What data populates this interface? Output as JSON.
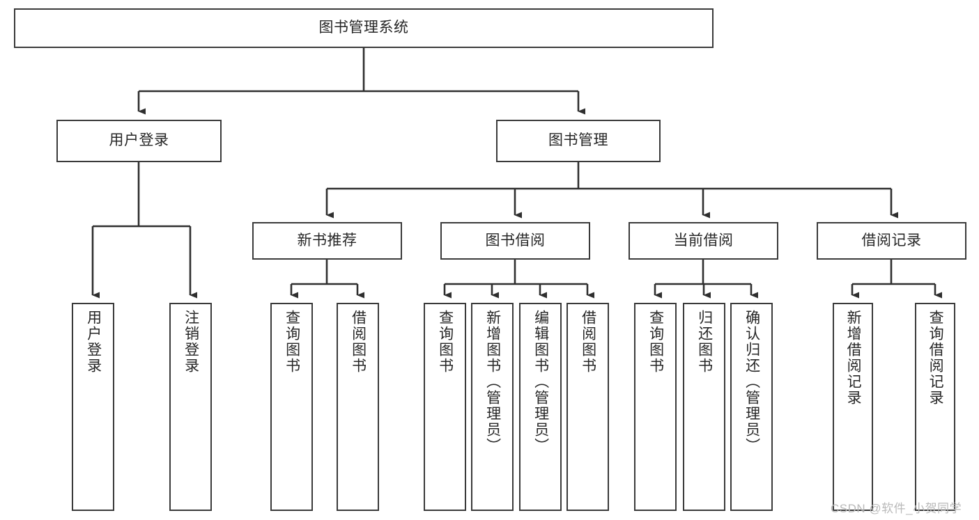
{
  "diagram": {
    "title": "图书管理系统",
    "type": "tree-hierarchy",
    "orientation": "top-down",
    "colors": {
      "node_border": "#3a3a3a",
      "node_fill": "#ffffff",
      "edge": "#2f2f2f",
      "text": "#262626",
      "background": "#ffffff",
      "watermark": "#b9b9b9"
    }
  },
  "nodes": {
    "root": {
      "label": "图书管理系统"
    },
    "level2": [
      {
        "label": "用户登录"
      },
      {
        "label": "图书管理"
      }
    ],
    "level3": [
      {
        "label": "新书推荐"
      },
      {
        "label": "图书借阅"
      },
      {
        "label": "当前借阅"
      },
      {
        "label": "借阅记录"
      }
    ],
    "leaves": {
      "user_login": [
        {
          "label": "用户登录"
        },
        {
          "label": "注销登录"
        }
      ],
      "new_book_recommend": [
        {
          "label": "查询图书"
        },
        {
          "label": "借阅图书"
        }
      ],
      "book_borrow": [
        {
          "label": "查询图书"
        },
        {
          "label": "新增图书（管理员）"
        },
        {
          "label": "编辑图书（管理员）"
        },
        {
          "label": "借阅图书"
        }
      ],
      "current_borrow": [
        {
          "label": "查询图书"
        },
        {
          "label": "归还图书"
        },
        {
          "label": "确认归还（管理员）"
        }
      ],
      "borrow_record": [
        {
          "label": "新增借阅记录"
        },
        {
          "label": "查询借阅记录"
        }
      ]
    }
  },
  "watermark": {
    "text": "CSDN @软件_小贺同学"
  }
}
